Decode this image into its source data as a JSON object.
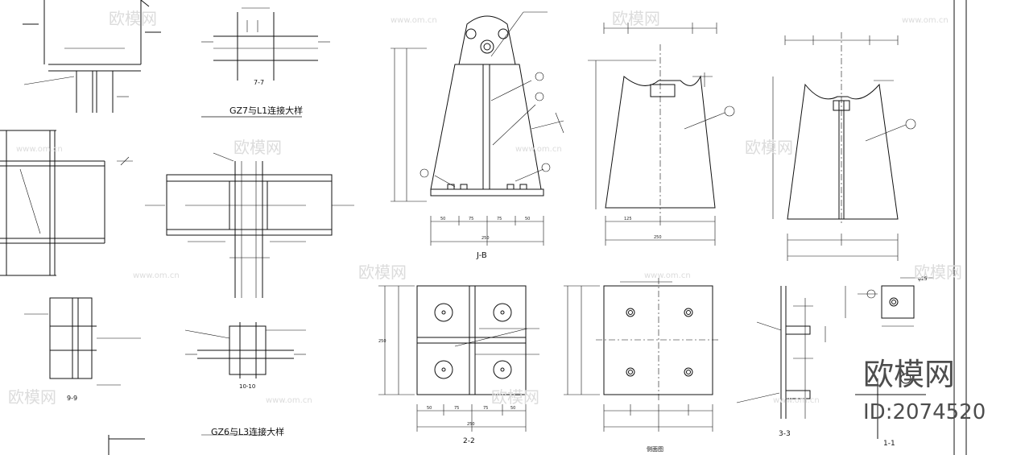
{
  "captions": {
    "gz7_l1_detail": "GZ7与L1连接大样",
    "gz6_l3_detail": "GZ6与L3连接大样",
    "section_1_1": "1-1",
    "section_2_2": "2-2",
    "section_3_3": "3-3",
    "section_7_7": "7-7",
    "section_9_9": "9-9",
    "section_10_10": "10-10",
    "view_jb": "J-B",
    "side_view": "侧面图",
    "callout_tube": "φ25"
  },
  "dims": {
    "gusset_bottom": [
      "50",
      "75",
      "75",
      "50"
    ],
    "gusset_total": "250",
    "plate_bottom": [
      "50",
      "75",
      "75",
      "50"
    ],
    "plate_total": "250",
    "plate_height": "250",
    "rib_left_half": "125",
    "rib_total": "250"
  },
  "watermark": {
    "brand": "欧模网",
    "site": "www.om.cn",
    "id_label": "ID:2074520"
  }
}
